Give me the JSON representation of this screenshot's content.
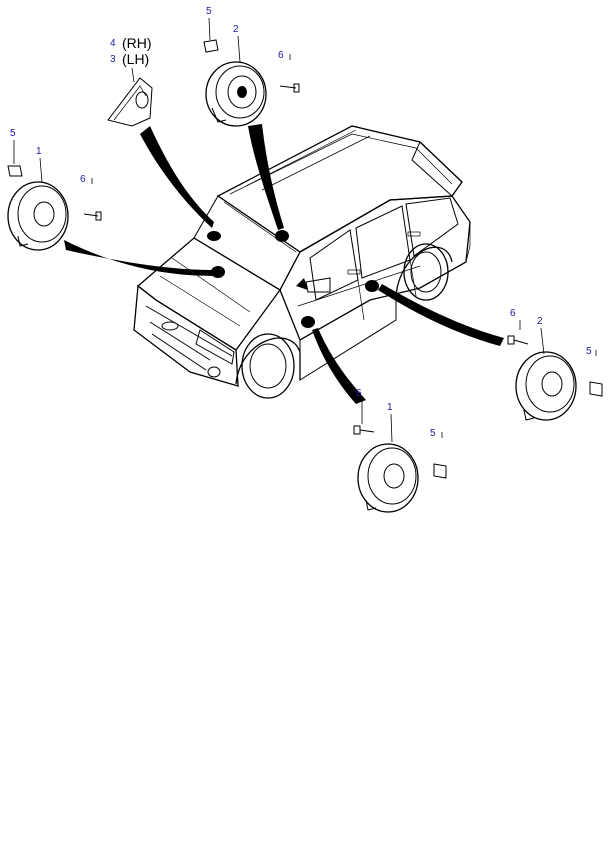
{
  "callouts": {
    "top_tweeter_rh_no": "4",
    "top_tweeter_rh_side": "(RH)",
    "top_tweeter_lh_no": "3",
    "top_tweeter_lh_side": "(LH)",
    "top_clip_no": "5",
    "top_speaker_no": "2",
    "top_screw_no": "6",
    "left_clip_no": "5",
    "left_speaker_no": "1",
    "left_screw_no": "6",
    "right_screw_no": "6",
    "right_speaker_no": "2",
    "right_clip_no": "5",
    "bottom_screw_no": "6",
    "bottom_speaker_no": "1",
    "bottom_clip_no": "5"
  }
}
